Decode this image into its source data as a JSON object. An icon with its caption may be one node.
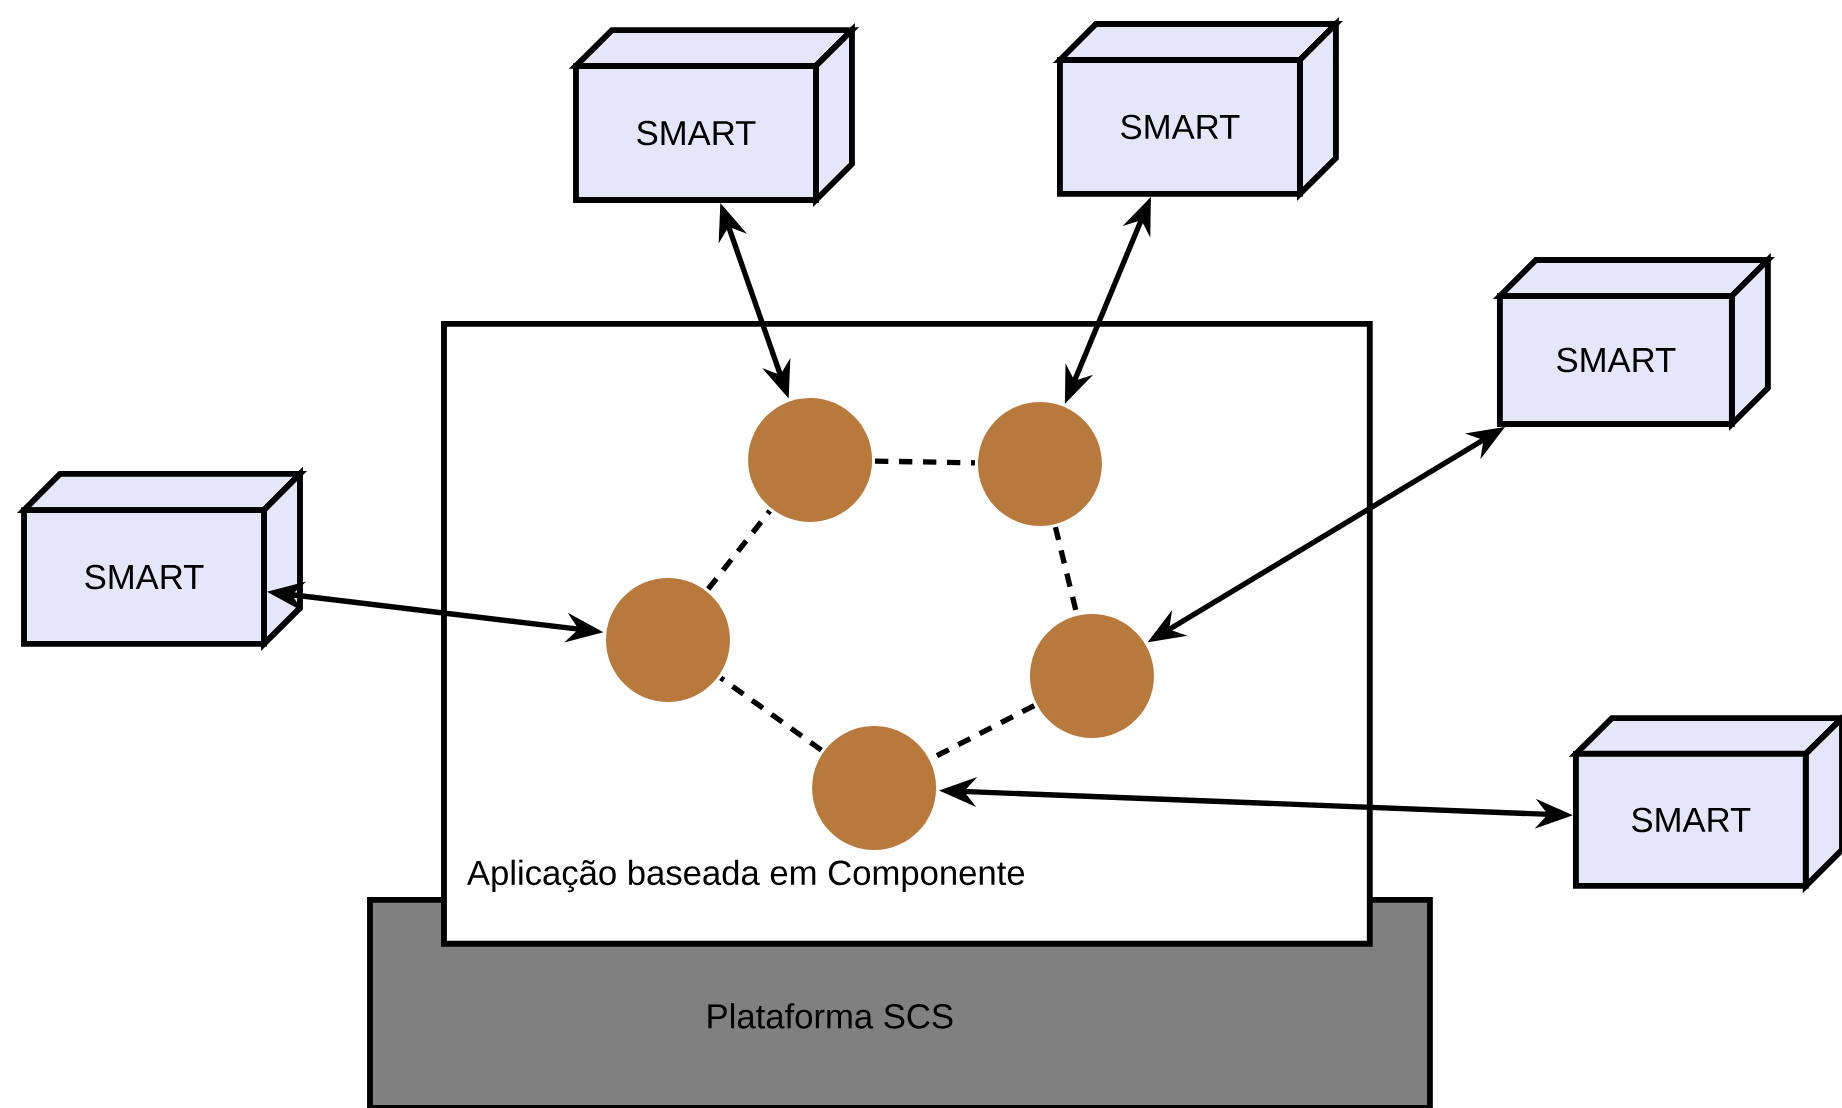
{
  "diagram": {
    "nodes": [
      {
        "text": [
          "Plataforma SCS"
        ]
      },
      {
        "text": [
          "Aplicação baseada em Componente"
        ]
      },
      {
        "text": [],
        "shape": "circle",
        "in": 1
      },
      {
        "text": [],
        "shape": "circle",
        "in": 1
      },
      {
        "text": [],
        "shape": "circle",
        "in": 1
      },
      {
        "text": [],
        "shape": "circle",
        "in": 1
      },
      {
        "text": [],
        "shape": "circle",
        "in": 1
      },
      {
        "text": [
          "SMART"
        ]
      },
      {
        "text": [
          "SMART"
        ]
      },
      {
        "text": [
          "SMART"
        ]
      },
      {
        "text": [
          "SMART"
        ]
      },
      {
        "text": [
          "SMART"
        ]
      }
    ],
    "edges": [
      {
        "from": 7,
        "to": 2,
        "arrow": "both"
      },
      {
        "from": 8,
        "to": 3,
        "arrow": "both"
      },
      {
        "from": 9,
        "to": 5,
        "arrow": "both"
      },
      {
        "from": 10,
        "to": 4,
        "arrow": "both"
      },
      {
        "from": 11,
        "to": 6,
        "arrow": "both"
      },
      {
        "from": 2,
        "to": 3,
        "arrow": "none",
        "style": "dashed"
      },
      {
        "from": 3,
        "to": 5,
        "arrow": "none",
        "style": "dashed"
      },
      {
        "from": 5,
        "to": 6,
        "arrow": "none",
        "style": "dashed"
      },
      {
        "from": 6,
        "to": 4,
        "arrow": "none",
        "style": "dashed"
      },
      {
        "from": 4,
        "to": 2,
        "arrow": "none",
        "style": "dashed"
      }
    ]
  }
}
